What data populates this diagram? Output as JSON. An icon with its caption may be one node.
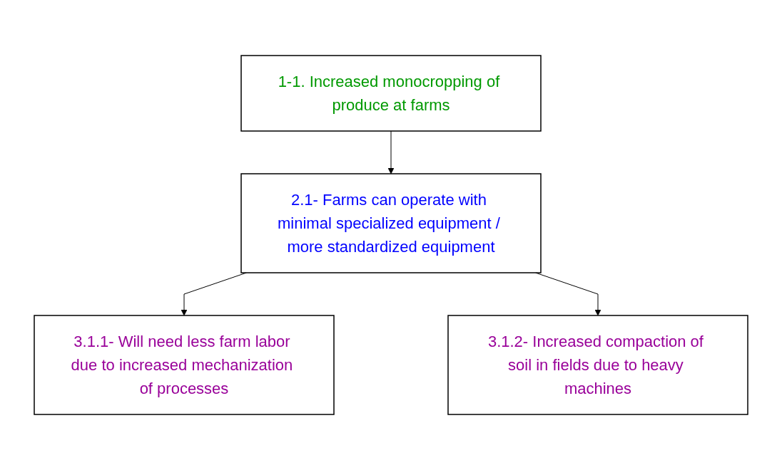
{
  "diagram": {
    "nodes": [
      {
        "text": [
          "1-1. Increased monocropping of produce at farms"
        ]
      },
      {
        "text": [
          "2.1- Farms can operate with minimal specialized equipment / more standardized equipment"
        ]
      },
      {
        "text": [
          "3.1.1- Will need less farm labor due to increased mechanization of processes"
        ]
      },
      {
        "text": [
          "3.1.2- Increased compaction of soil in fields due to heavy machines"
        ]
      }
    ],
    "edges": [
      {
        "from": 0,
        "to": 1,
        "arrow": "to"
      },
      {
        "from": 1,
        "to": 2,
        "arrow": "to"
      },
      {
        "from": 1,
        "to": 3,
        "arrow": "to"
      }
    ]
  }
}
